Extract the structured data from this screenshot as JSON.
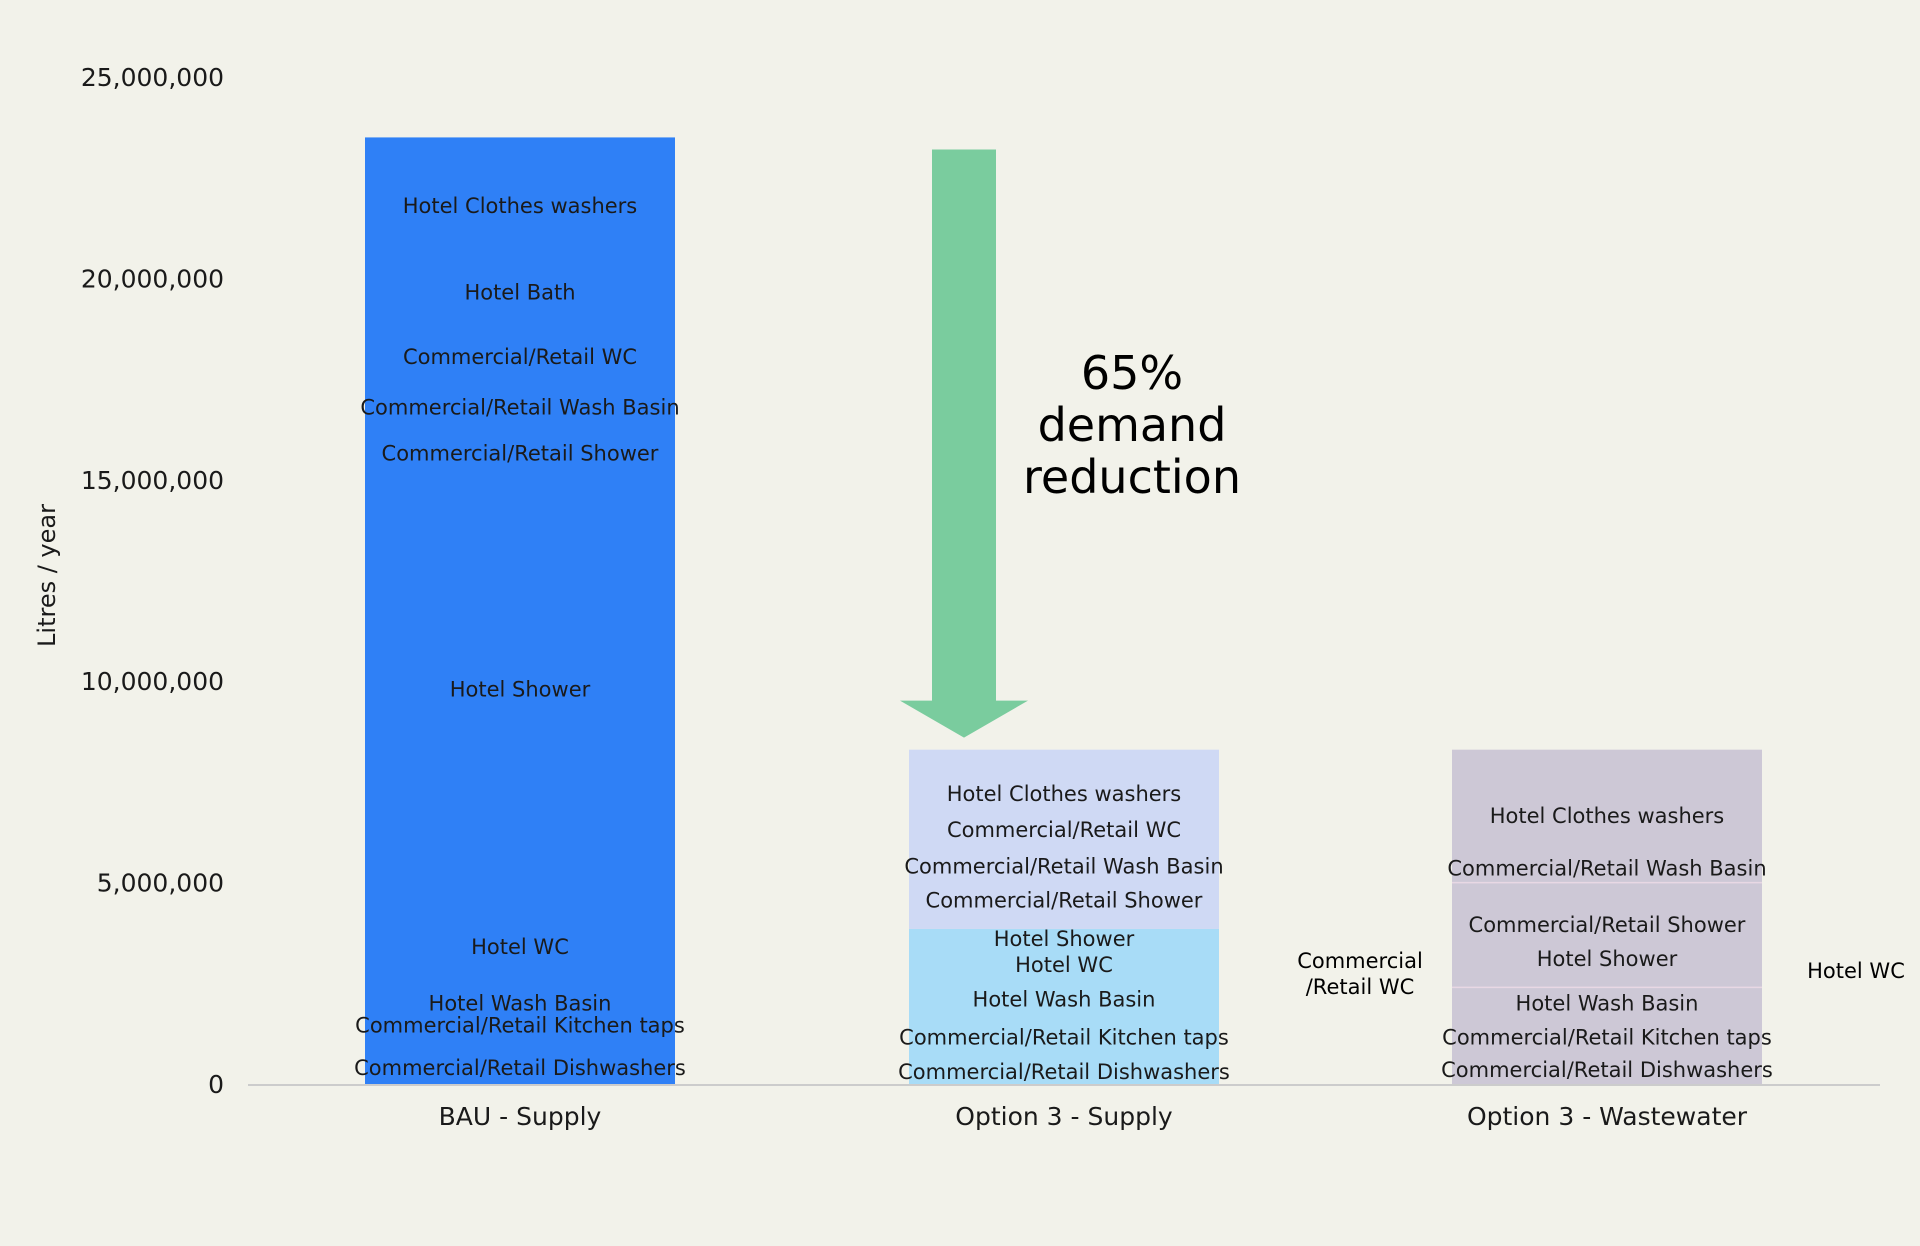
{
  "chart_data": {
    "type": "bar",
    "subtype": "stacked",
    "ylabel": "Litres / year",
    "xlabel": "",
    "ylim": [
      0,
      25000000
    ],
    "yticks": [
      {
        "value": 0,
        "label": "0"
      },
      {
        "value": 5000000,
        "label": "5,000,000"
      },
      {
        "value": 10000000,
        "label": "10,000,000"
      },
      {
        "value": 15000000,
        "label": "15,000,000"
      },
      {
        "value": 20000000,
        "label": "20,000,000"
      },
      {
        "value": 25000000,
        "label": "25,000,000"
      }
    ],
    "categories": [
      "BAU - Supply",
      "Option 3 - Supply",
      "Option 3 - Wastewater"
    ],
    "colors": {
      "bau": "#2f80f6",
      "supply_upper": "#cfd9f4",
      "supply_lower": "#a8dcf7",
      "wastewater": "#cdc8d6",
      "arrow": "#7acc9e",
      "axis": "#cccccc",
      "background": "#f2f2ea"
    },
    "bars": [
      {
        "category": "BAU - Supply",
        "total": 23500000,
        "segments": [
          {
            "y_from": 0,
            "y_to": 23500000,
            "color": "#2f80f6"
          }
        ],
        "labels": [
          {
            "text": "Commercial/Retail Dishwashers",
            "y": 400000
          },
          {
            "text": "Commercial/Retail Kitchen taps",
            "y": 1450000
          },
          {
            "text": "Hotel Wash Basin",
            "y": 2000000
          },
          {
            "text": "Hotel WC",
            "y": 3400000
          },
          {
            "text": "Hotel Shower",
            "y": 9800000
          },
          {
            "text": "Commercial/Retail Shower",
            "y": 15650000
          },
          {
            "text": "Commercial/Retail Wash Basin",
            "y": 16800000
          },
          {
            "text": "Commercial/Retail WC",
            "y": 18050000
          },
          {
            "text": "Hotel Bath",
            "y": 19650000
          },
          {
            "text": "Hotel Clothes washers",
            "y": 21800000
          }
        ]
      },
      {
        "category": "Option 3 - Supply",
        "total": 8300000,
        "segments": [
          {
            "y_from": 0,
            "y_to": 3850000,
            "color": "#a8dcf7"
          },
          {
            "y_from": 3850000,
            "y_to": 8300000,
            "color": "#cfd9f4"
          }
        ],
        "labels": [
          {
            "text": "Commercial/Retail Dishwashers",
            "y": 300000
          },
          {
            "text": "Commercial/Retail Kitchen taps",
            "y": 1150000
          },
          {
            "text": "Hotel Wash Basin",
            "y": 2100000
          },
          {
            "text": "Hotel WC",
            "y": 2950000
          },
          {
            "text": "Hotel Shower",
            "y": 3600000
          },
          {
            "text": "Commercial/Retail Shower",
            "y": 4550000
          },
          {
            "text": "Commercial/Retail Wash Basin",
            "y": 5400000
          },
          {
            "text": "Commercial/Retail WC",
            "y": 6300000
          },
          {
            "text": "Hotel Clothes washers",
            "y": 7200000
          }
        ]
      },
      {
        "category": "Option 3 - Wastewater",
        "total": 8300000,
        "segments": [
          {
            "y_from": 0,
            "y_to": 8300000,
            "color": "#cdc8d6"
          }
        ],
        "labels": [
          {
            "text": "Commercial/Retail Dishwashers",
            "y": 350000
          },
          {
            "text": "Commercial/Retail Kitchen taps",
            "y": 1150000
          },
          {
            "text": "Hotel Wash Basin",
            "y": 2000000
          },
          {
            "text": "Hotel Shower",
            "y": 3100000
          },
          {
            "text": "Commercial/Retail Shower",
            "y": 3950000
          },
          {
            "text": "Commercial/Retail Wash Basin",
            "y": 5350000
          },
          {
            "text": "Hotel Clothes washers",
            "y": 6650000
          }
        ]
      }
    ],
    "side_labels": [
      {
        "text_lines": [
          "Commercial",
          "/Retail WC"
        ],
        "position": "left of Option 3 - Wastewater"
      },
      {
        "text_lines": [
          "Hotel WC"
        ],
        "position": "right of Option 3 - Wastewater"
      }
    ],
    "annotation": {
      "lines": [
        "65%",
        "demand",
        "reduction"
      ],
      "arrow_from": 23200000,
      "arrow_to": 8600000
    }
  }
}
